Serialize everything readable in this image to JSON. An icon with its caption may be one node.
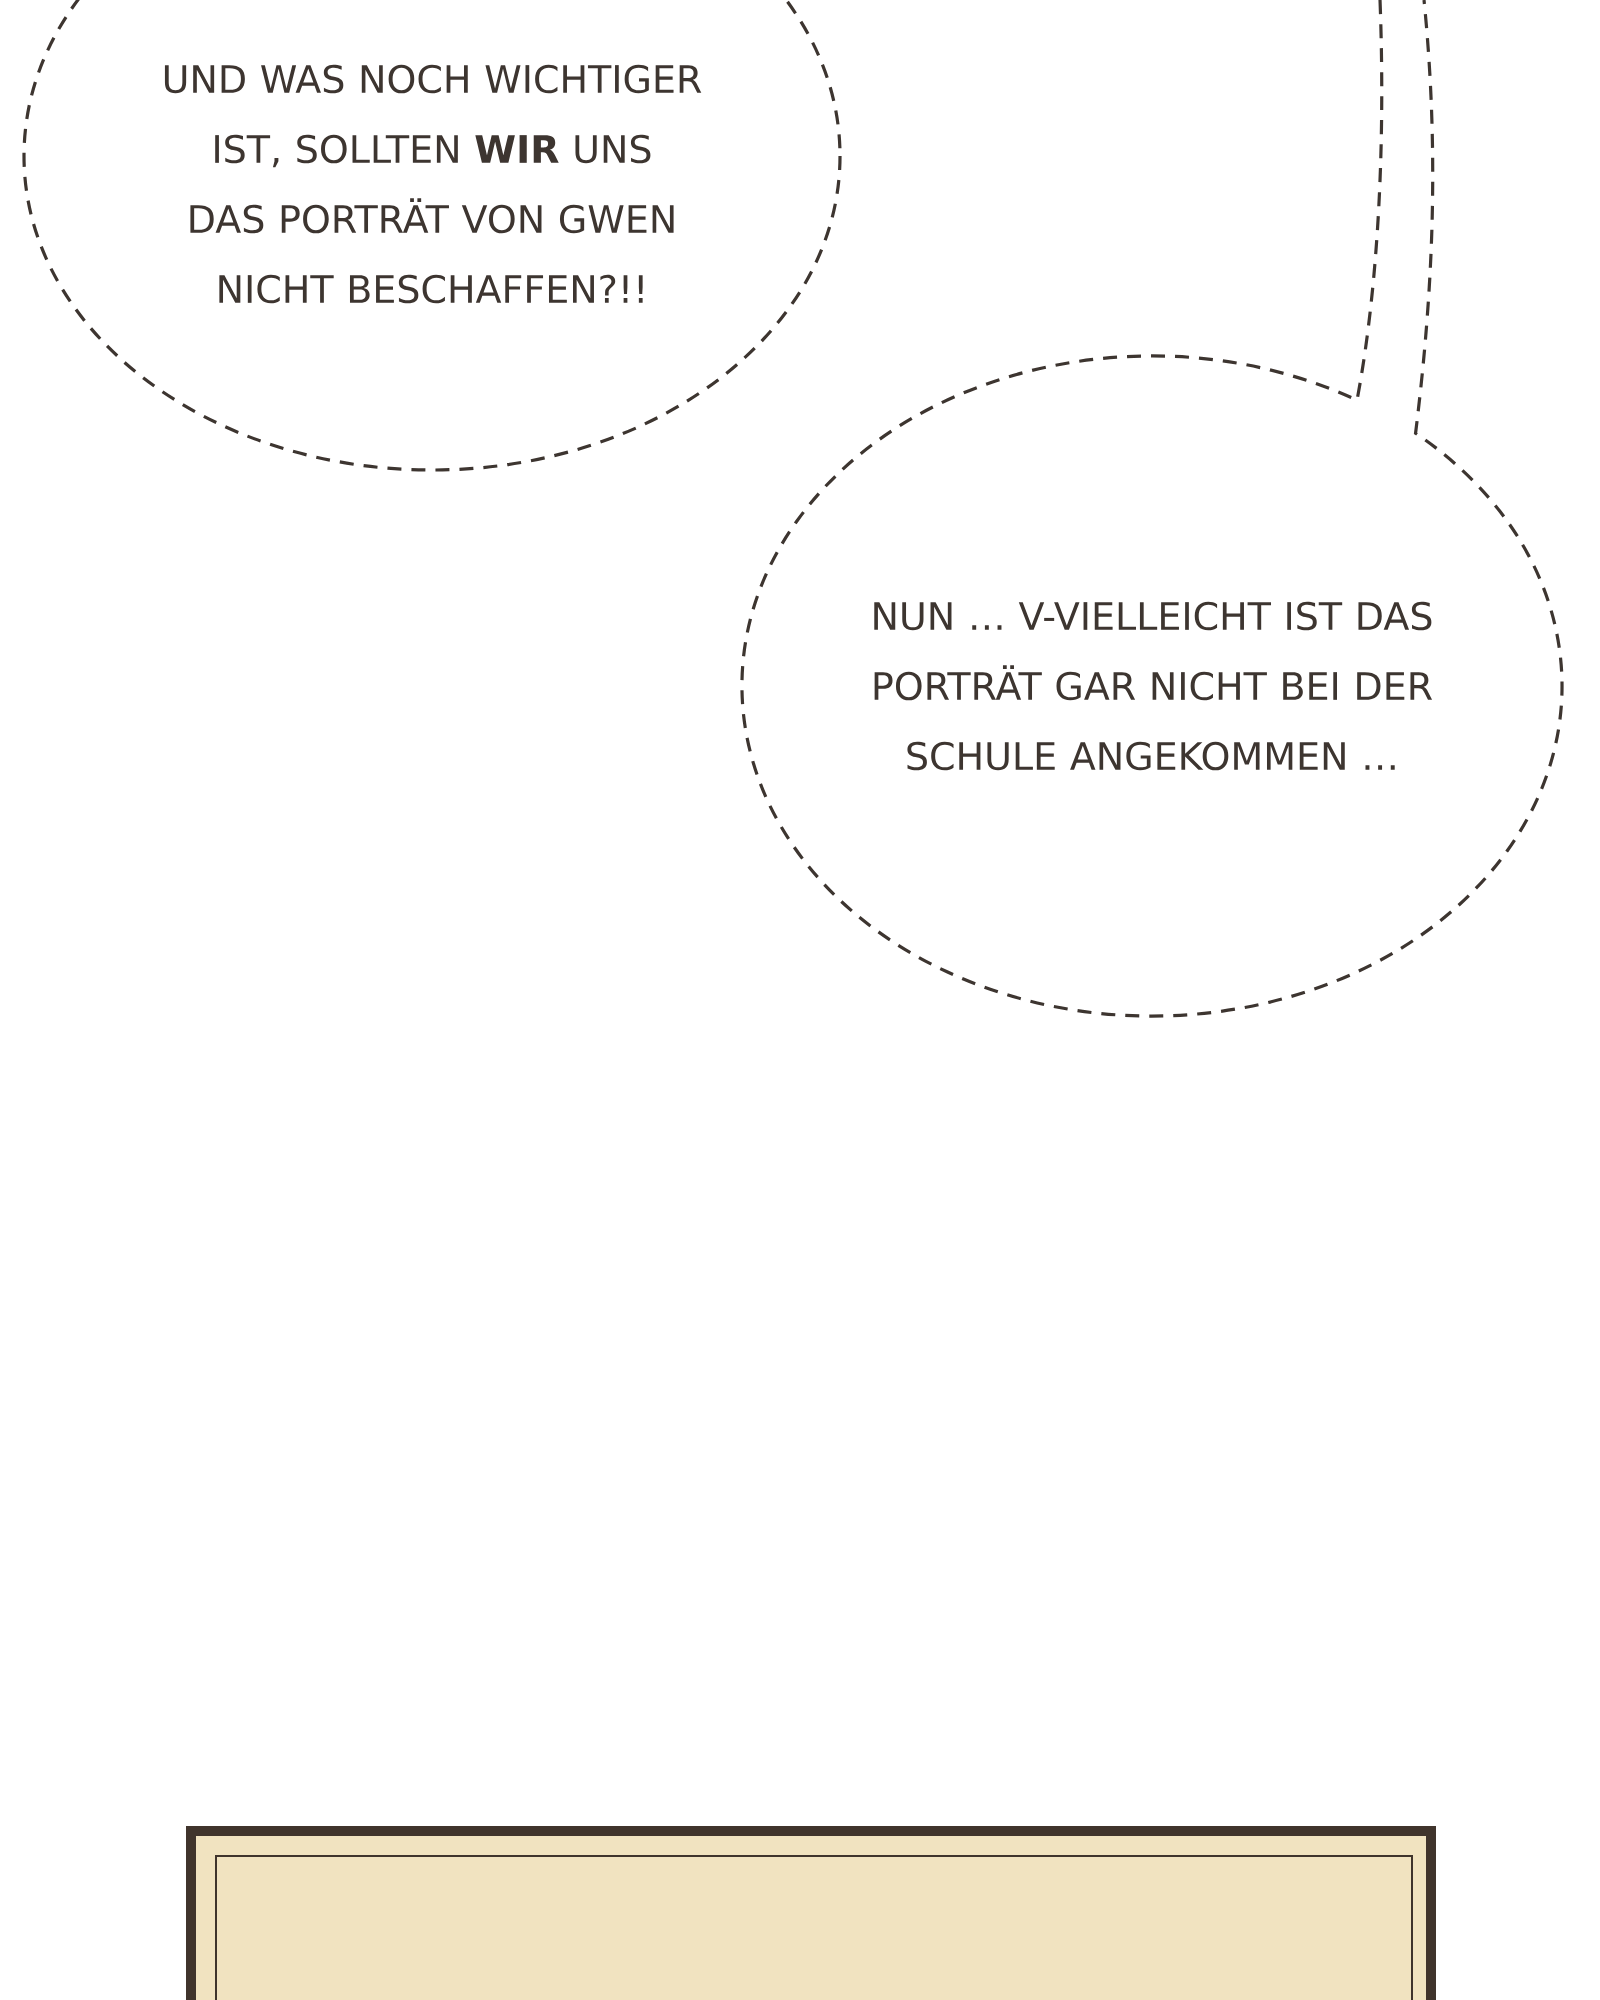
{
  "diagram": {
    "nodes": [
      {
        "text": [
          "UND WAS NOCH WICHTIGER IST, SOLLTEN **WIR** UNS DAS PORTRÄT VON GWEN NICHT BESCHAFFEN?!!"
        ]
      },
      {
        "text": [
          "NUN … V-VIELLEICHT IST DAS PORTRÄT GAR NICHT BEI DER SCHULE ANGEKOMMEN …"
        ]
      },
      {
        "text": [],
        "shape": "box"
      }
    ]
  }
}
